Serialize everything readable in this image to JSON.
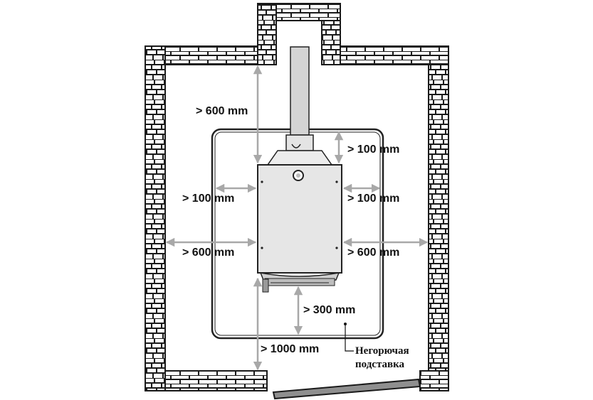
{
  "diagram": {
    "labels": {
      "top_clearance": "> 600 mm",
      "left_side_inner": "> 100 mm",
      "left_side_outer": "> 600 mm",
      "right_top": "> 100 mm",
      "right_side_inner": "> 100 mm",
      "right_side_outer": "> 600 mm",
      "below_heater": "> 300 mm",
      "floor_to_heater": "> 1000 mm"
    },
    "note": {
      "line1": "Негорючая",
      "line2": "подставка"
    },
    "colors": {
      "brick_fill": "#ffffff",
      "mortar": "#1a1a1a",
      "arrow": "#a8a8a8",
      "heater_fill": "#e6e6e6",
      "outline": "#222222"
    }
  }
}
